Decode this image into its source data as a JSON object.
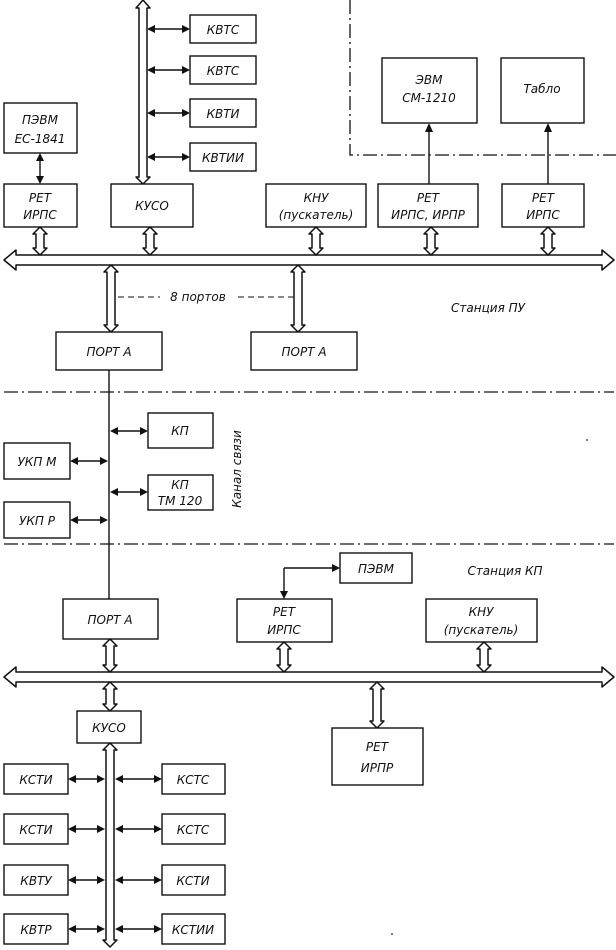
{
  "upper": {
    "kvts_1": "КВТС",
    "kvts_2": "КВТС",
    "kvti": "КВТИ",
    "kvtii": "КВТИИ",
    "pevm_line1": "ПЭВМ",
    "pevm_line2": "ЕС-1841",
    "evm_line1": "ЭВМ",
    "evm_line2": "СМ-1210",
    "tablo": "Табло",
    "ret_irps_left_line1": "РЕТ",
    "ret_irps_left_line2": "ИРПС",
    "kuso": "КУСО",
    "knu_line1": "КНУ",
    "knu_line2": "(пускатель)",
    "ret_irps_irpr_line1": "РЕТ",
    "ret_irps_irpr_line2": "ИРПС, ИРПР",
    "ret_irps_right_line1": "РЕТ",
    "ret_irps_right_line2": "ИРПС",
    "ports_note": "8 портов",
    "station_label": "Станция ПУ",
    "port_a_left": "ПОРТ А",
    "port_a_right": "ПОРТ А"
  },
  "channel": {
    "kp": "КП",
    "kp_tm_line1": "КП",
    "kp_tm_line2": "ТМ 120",
    "ukp_m": "УКП М",
    "ukp_r": "УКП Р",
    "label": "Канал связи"
  },
  "lower": {
    "pevm": "ПЭВМ",
    "station_label": "Станция КП",
    "port_a": "ПОРТ А",
    "ret_irps_line1": "РЕТ",
    "ret_irps_line2": "ИРПС",
    "knu_line1": "КНУ",
    "knu_line2": "(пускатель)",
    "kuso": "КУСО",
    "ret_irpr_line1": "РЕТ",
    "ret_irpr_line2": "ИРПР",
    "left_column": [
      "КСТИ",
      "КСТИ",
      "КВТУ",
      "КВТР"
    ],
    "right_column": [
      "КСТС",
      "КСТС",
      "КСТИ",
      "КСТИИ"
    ]
  }
}
